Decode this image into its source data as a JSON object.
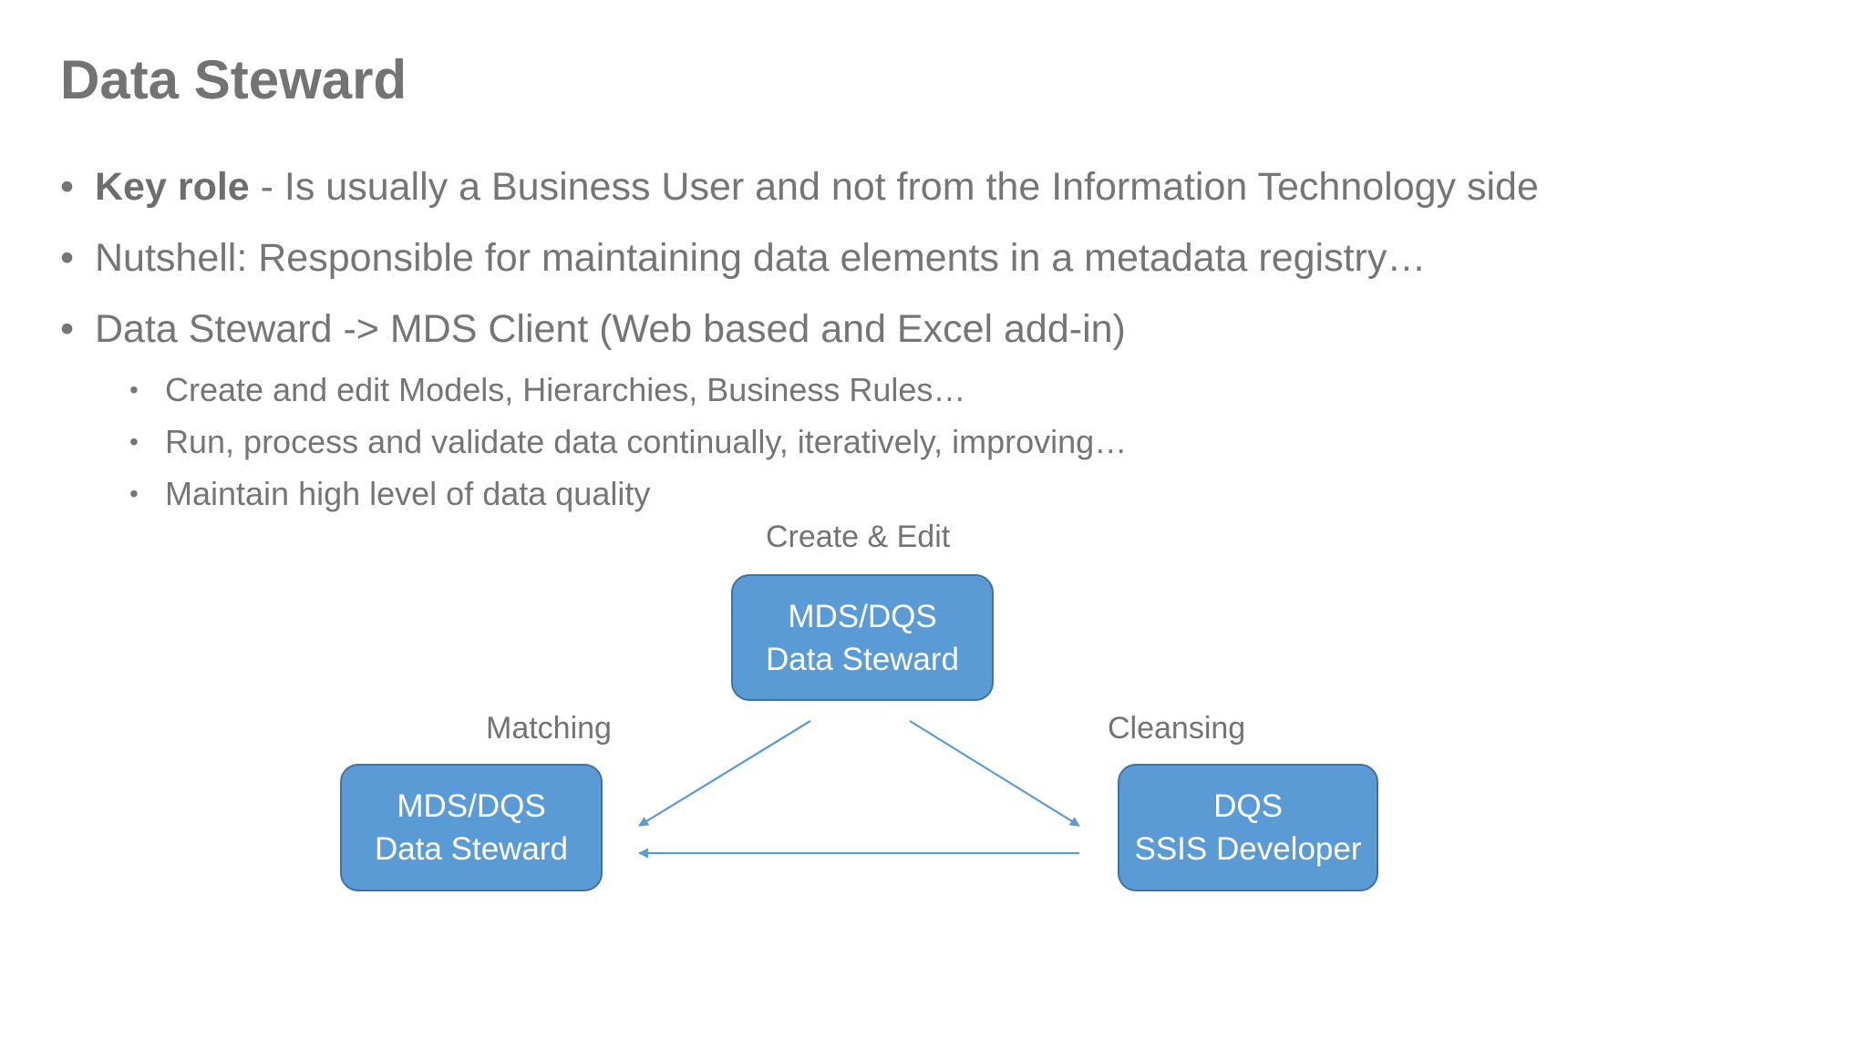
{
  "title": "Data Steward",
  "bullets": [
    {
      "bold": "Key role",
      "text": " - Is usually a Business User and not from the Information Technology side"
    },
    {
      "bold": "",
      "text": "Nutshell: Responsible for maintaining data elements in a metadata registry…"
    },
    {
      "bold": "",
      "text": "Data Steward -> MDS Client (Web based and Excel add-in)",
      "sub": [
        "Create and edit Models, Hierarchies, Business Rules…",
        "Run, process and validate data continually, iteratively, improving…",
        "Maintain high level of data quality"
      ]
    }
  ],
  "bullet_glyph": "•",
  "diagram": {
    "labels": {
      "top": "Create & Edit",
      "left": "Matching",
      "right": "Cleansing"
    },
    "nodes": {
      "top": {
        "line1": "MDS/DQS",
        "line2": "Data Steward"
      },
      "left": {
        "line1": "MDS/DQS",
        "line2": "Data Steward"
      },
      "right": {
        "line1": "DQS",
        "line2": "SSIS Developer"
      }
    },
    "colors": {
      "node_fill": "#5b9bd5",
      "node_border": "#41719c",
      "arrow": "#5b9bd5"
    }
  }
}
